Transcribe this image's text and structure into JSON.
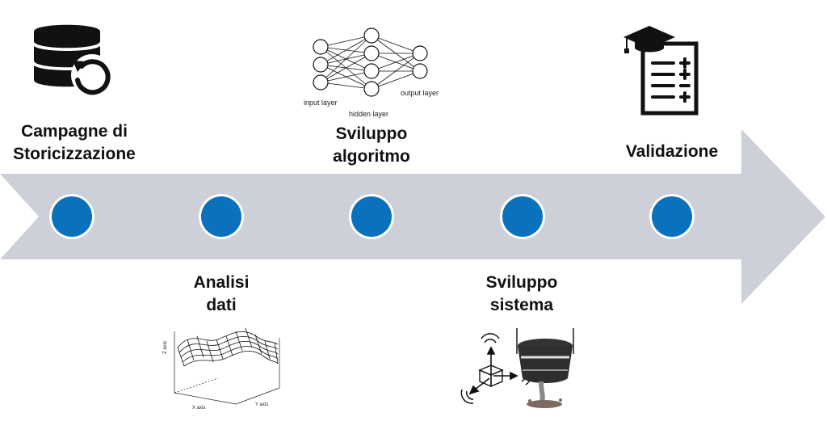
{
  "colors": {
    "arrow": "#cdd0d8",
    "node_fill": "#0a72bd",
    "node_ring": "#ffffff",
    "text": "#111111"
  },
  "steps": [
    {
      "line1": "Campagne di",
      "line2": "Storicizzazione",
      "icon": "database-restore-icon"
    },
    {
      "line1": "Analisi",
      "line2": "dati",
      "icon": "surface-plot-icon"
    },
    {
      "line1": "Sviluppo",
      "line2": "algoritmo",
      "icon": "neural-network-icon"
    },
    {
      "line1": "Sviluppo",
      "line2": "sistema",
      "icon": "ladle-sensor-icon"
    },
    {
      "line1": "Validazione",
      "line2": "",
      "icon": "graduation-checklist-icon"
    }
  ],
  "neural_net": {
    "input_label": "input layer",
    "hidden_label": "hidden layer",
    "output_label": "output layer"
  },
  "surface_plot": {
    "z_label": "Z axis",
    "x_label": "X axis",
    "y_label": "Y axis"
  }
}
